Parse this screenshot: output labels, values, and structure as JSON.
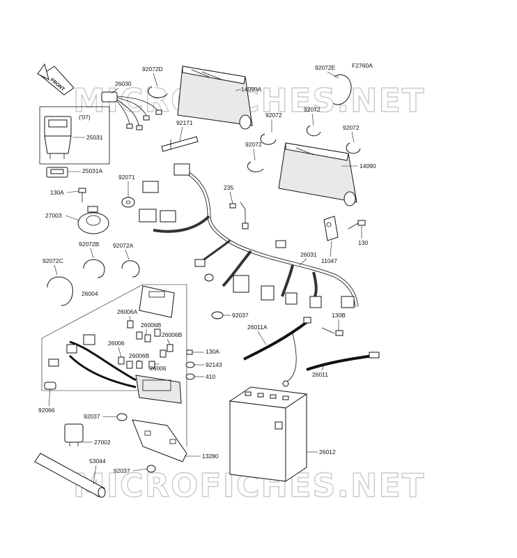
{
  "diagram": {
    "code": "F2760A",
    "front_label": "FRONT",
    "watermark": "MICROFICHES.NET",
    "parts": [
      {
        "id": "p92072D",
        "label": "92072D"
      },
      {
        "id": "p26030",
        "label": "26030"
      },
      {
        "id": "p14090A",
        "label": "14090A"
      },
      {
        "id": "p92072E",
        "label": "92072E"
      },
      {
        "id": "p07",
        "label": "('07)"
      },
      {
        "id": "p25031",
        "label": "25031"
      },
      {
        "id": "p92171",
        "label": "92171"
      },
      {
        "id": "p92072a1",
        "label": "92072"
      },
      {
        "id": "p92072a2",
        "label": "92072"
      },
      {
        "id": "p92072a3",
        "label": "92072"
      },
      {
        "id": "p92072a4",
        "label": "92072"
      },
      {
        "id": "p14090",
        "label": "14090"
      },
      {
        "id": "p25031A",
        "label": "25031A"
      },
      {
        "id": "p92071",
        "label": "92071"
      },
      {
        "id": "p235",
        "label": "235"
      },
      {
        "id": "p130A_top",
        "label": "130A"
      },
      {
        "id": "p27003",
        "label": "27003"
      },
      {
        "id": "p130",
        "label": "130"
      },
      {
        "id": "p11047",
        "label": "11047"
      },
      {
        "id": "p92072B",
        "label": "92072B"
      },
      {
        "id": "p92072A",
        "label": "92072A"
      },
      {
        "id": "p26031",
        "label": "26031"
      },
      {
        "id": "p92072C",
        "label": "92072C"
      },
      {
        "id": "p26004",
        "label": "26004"
      },
      {
        "id": "p26006A",
        "label": "26006A"
      },
      {
        "id": "p26006B1",
        "label": "26006B"
      },
      {
        "id": "p26006B2",
        "label": "26006B"
      },
      {
        "id": "p26006a",
        "label": "26006"
      },
      {
        "id": "p26006B3",
        "label": "26006B"
      },
      {
        "id": "p26006b",
        "label": "26006"
      },
      {
        "id": "p92037_top",
        "label": "92037"
      },
      {
        "id": "p26011A",
        "label": "26011A"
      },
      {
        "id": "p130B",
        "label": "130B"
      },
      {
        "id": "p130A_mid",
        "label": "130A"
      },
      {
        "id": "p92143",
        "label": "92143"
      },
      {
        "id": "p410",
        "label": "410"
      },
      {
        "id": "p26011",
        "label": "26011"
      },
      {
        "id": "p92066",
        "label": "92066"
      },
      {
        "id": "p92037_mid",
        "label": "92037"
      },
      {
        "id": "p27002",
        "label": "27002"
      },
      {
        "id": "p26012",
        "label": "26012"
      },
      {
        "id": "p13280",
        "label": "13280"
      },
      {
        "id": "p53044",
        "label": "53044"
      },
      {
        "id": "p92037_bot",
        "label": "92037"
      }
    ]
  }
}
